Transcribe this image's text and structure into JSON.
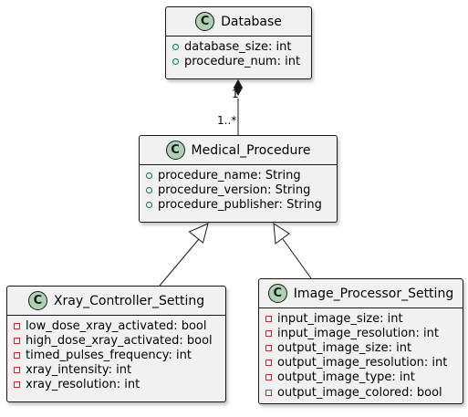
{
  "classes": [
    {
      "id": "database",
      "name": "Database",
      "stereotype_letter": "C",
      "attributes": [
        {
          "visibility": "public",
          "text": "database_size: int"
        },
        {
          "visibility": "public",
          "text": "procedure_num: int"
        }
      ]
    },
    {
      "id": "medical-procedure",
      "name": "Medical_Procedure",
      "stereotype_letter": "C",
      "attributes": [
        {
          "visibility": "public",
          "text": "procedure_name: String"
        },
        {
          "visibility": "public",
          "text": "procedure_version: String"
        },
        {
          "visibility": "public",
          "text": "procedure_publisher: String"
        }
      ]
    },
    {
      "id": "xray-controller-setting",
      "name": "Xray_Controller_Setting",
      "stereotype_letter": "C",
      "attributes": [
        {
          "visibility": "private",
          "text": "low_dose_xray_activated: bool"
        },
        {
          "visibility": "private",
          "text": "high_dose_xray_activated: bool"
        },
        {
          "visibility": "private",
          "text": "timed_pulses_frequency: int"
        },
        {
          "visibility": "private",
          "text": "xray_intensity: int"
        },
        {
          "visibility": "private",
          "text": "xray_resolution: int"
        }
      ]
    },
    {
      "id": "image-processor-setting",
      "name": "Image_Processor_Setting",
      "stereotype_letter": "C",
      "attributes": [
        {
          "visibility": "private",
          "text": "input_image_size: int"
        },
        {
          "visibility": "private",
          "text": "input_image_resolution: int"
        },
        {
          "visibility": "private",
          "text": "output_image_size: int"
        },
        {
          "visibility": "private",
          "text": "output_image_resolution: int"
        },
        {
          "visibility": "private",
          "text": "output_image_type: int"
        },
        {
          "visibility": "private",
          "text": "output_image_colored: bool"
        }
      ]
    }
  ],
  "relations": [
    {
      "type": "composition",
      "from": "database",
      "to": "medical-procedure",
      "from_multiplicity": "1",
      "to_multiplicity": "1..*"
    },
    {
      "type": "generalization",
      "from": "xray-controller-setting",
      "to": "medical-procedure"
    },
    {
      "type": "generalization",
      "from": "image-processor-setting",
      "to": "medical-procedure"
    }
  ],
  "colors": {
    "class_fill": "#f1f1f1",
    "border": "#181818",
    "class_badge": "#add1b2",
    "public_marker": "#038048",
    "private_marker": "#c82930"
  }
}
